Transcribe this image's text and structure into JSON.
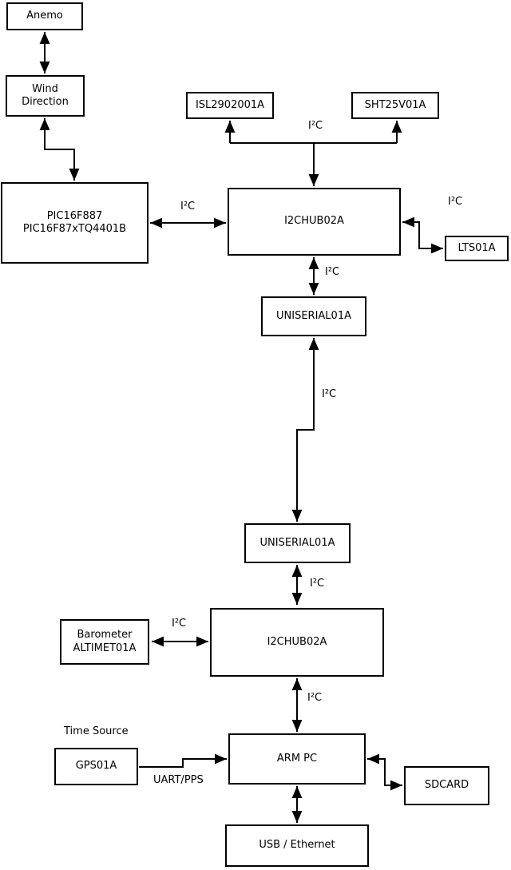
{
  "nodes": {
    "anemo": {
      "label": "Anemo"
    },
    "wind_direction": {
      "label": "Wind\nDirection"
    },
    "pic": {
      "label": "PIC16F887\nPIC16F87xTQ4401B"
    },
    "isl": {
      "label": "ISL2902001A"
    },
    "sht": {
      "label": "SHT25V01A"
    },
    "i2chub_top": {
      "label": "I2CHUB02A"
    },
    "lts": {
      "label": "LTS01A"
    },
    "uniserial_top": {
      "label": "UNISERIAL01A"
    },
    "uniserial_bottom": {
      "label": "UNISERIAL01A"
    },
    "i2chub_bottom": {
      "label": "I2CHUB02A"
    },
    "barometer": {
      "label": "Barometer\nALTIMET01A"
    },
    "gps": {
      "label": "GPS01A"
    },
    "arm_pc": {
      "label": "ARM PC"
    },
    "sdcard": {
      "label": "SDCARD"
    },
    "usb_ethernet": {
      "label": "USB / Ethernet"
    }
  },
  "labels": {
    "time_source": "Time Source",
    "uart_pps": "UART/PPS",
    "i2c_pic_hub": "I²C",
    "i2c_sensor_bus": "I²C",
    "i2c_lts": "I²C",
    "i2c_hub_uniserial": "I²C",
    "i2c_uniserial_link": "I²C",
    "i2c_uniserial_hub2": "I²C",
    "i2c_barometer": "I²C",
    "i2c_hub2_arm": "I²C"
  },
  "colors": {
    "line": "#000000",
    "box_background": "#ffffff",
    "text": "#000000"
  }
}
